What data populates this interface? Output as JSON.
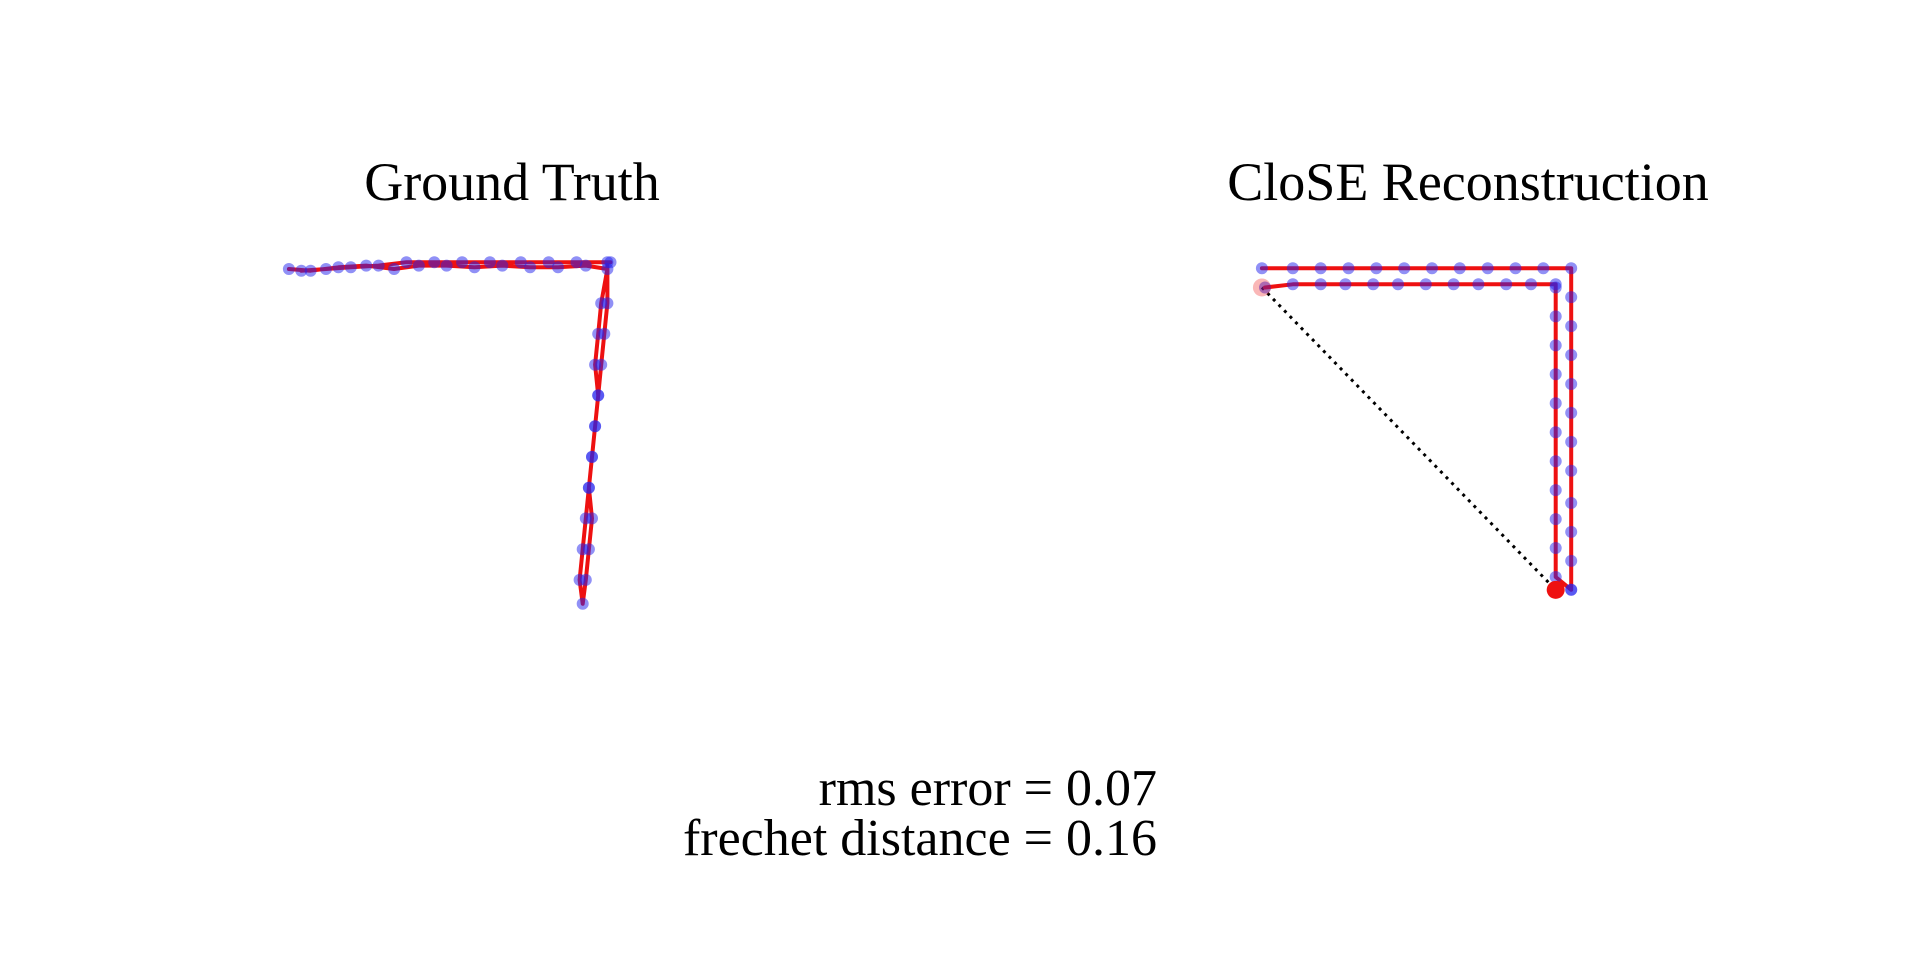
{
  "chart_data": [
    {
      "type": "scatter",
      "title": "Ground Truth",
      "xlabel": "",
      "ylabel": "",
      "grid": false,
      "axes_visible": false,
      "colors": {
        "line": "#ee1111",
        "point": "#2222ee",
        "point_alpha": 0.5
      },
      "x": [
        0.0,
        0.07,
        0.16,
        0.25,
        0.34,
        0.42,
        0.51,
        0.6,
        0.69,
        0.78,
        0.87,
        0.96,
        1.03,
        1.01,
        1.0,
        0.99,
        1.0,
        0.99,
        0.98,
        0.97,
        0.98,
        0.97,
        0.96,
        0.95,
        0.94,
        0.95,
        0.96,
        0.97,
        0.98,
        0.99,
        1.0,
        1.01,
        1.02,
        1.03,
        1.03,
        1.04,
        0.93,
        0.84,
        0.75,
        0.65,
        0.56,
        0.47,
        0.38,
        0.29,
        0.2,
        0.12,
        0.04
      ],
      "y": [
        0.98,
        0.975,
        0.985,
        0.99,
        0.98,
        0.99,
        0.99,
        0.985,
        0.99,
        0.985,
        0.985,
        0.99,
        0.98,
        0.88,
        0.79,
        0.7,
        0.61,
        0.52,
        0.43,
        0.34,
        0.25,
        0.16,
        0.07,
        0.0,
        0.07,
        0.16,
        0.25,
        0.34,
        0.43,
        0.52,
        0.61,
        0.7,
        0.79,
        0.88,
        1.0,
        1.0,
        1.0,
        1.0,
        1.0,
        1.0,
        1.0,
        1.0,
        1.0,
        0.99,
        0.985,
        0.98,
        0.975
      ],
      "xlim": [
        -0.1,
        1.2
      ],
      "ylim": [
        -0.1,
        1.1
      ]
    },
    {
      "type": "scatter",
      "title": "CloSE Reconstruction",
      "xlabel": "",
      "ylabel": "",
      "grid": false,
      "axes_visible": false,
      "colors": {
        "line": "#ee1111",
        "point": "#2222ee",
        "point_alpha": 0.5,
        "endpoint": "#ee1111",
        "closing_line": "#000000"
      },
      "x": [
        0.0,
        0.1,
        0.19,
        0.28,
        0.37,
        0.46,
        0.55,
        0.64,
        0.73,
        0.82,
        0.91,
        1.0,
        1.0,
        1.0,
        1.0,
        1.0,
        1.0,
        1.0,
        1.0,
        1.0,
        1.0,
        1.0,
        1.0,
        1.0,
        0.95,
        0.95,
        0.95,
        0.95,
        0.95,
        0.95,
        0.95,
        0.95,
        0.95,
        0.95,
        0.95,
        0.95,
        0.87,
        0.79,
        0.7,
        0.62,
        0.53,
        0.44,
        0.36,
        0.27,
        0.19,
        0.1,
        0.01
      ],
      "y": [
        1.0,
        1.0,
        1.0,
        1.0,
        1.0,
        1.0,
        1.0,
        1.0,
        1.0,
        1.0,
        1.0,
        1.0,
        0.91,
        0.82,
        0.73,
        0.64,
        0.55,
        0.46,
        0.37,
        0.27,
        0.18,
        0.09,
        0.0,
        0.0,
        0.04,
        0.13,
        0.22,
        0.31,
        0.4,
        0.49,
        0.58,
        0.67,
        0.76,
        0.85,
        0.94,
        0.95,
        0.95,
        0.95,
        0.95,
        0.95,
        0.95,
        0.95,
        0.95,
        0.95,
        0.95,
        0.95,
        0.94
      ],
      "start_point": {
        "x": 0.0,
        "y": 0.94
      },
      "end_point": {
        "x": 0.95,
        "y": 0.0
      },
      "xlim": [
        -0.1,
        1.2
      ],
      "ylim": [
        -0.1,
        1.1
      ]
    }
  ],
  "metrics": {
    "rms_line": "rms error = 0.07",
    "frechet_line": "frechet distance = 0.16"
  }
}
